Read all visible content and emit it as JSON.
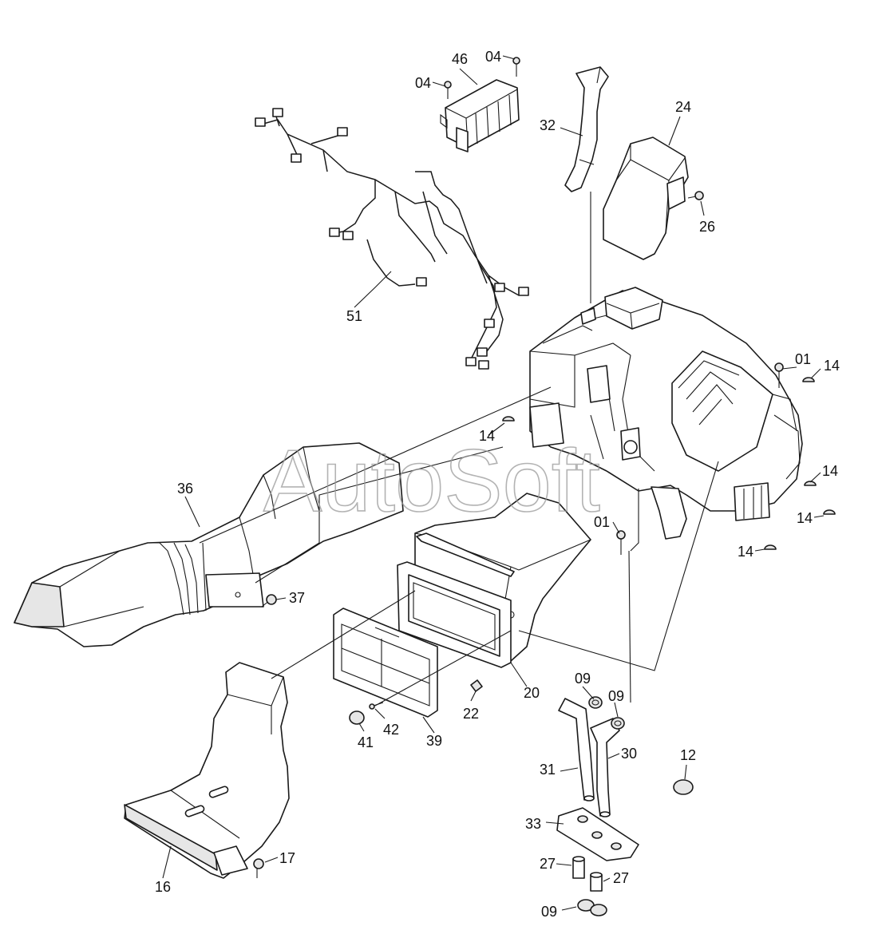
{
  "watermark": "AutoSoft",
  "callouts": [
    {
      "id": "c46",
      "label": "46"
    },
    {
      "id": "c04a",
      "label": "04"
    },
    {
      "id": "c04b",
      "label": "04"
    },
    {
      "id": "c32",
      "label": "32"
    },
    {
      "id": "c24",
      "label": "24"
    },
    {
      "id": "c26",
      "label": "26"
    },
    {
      "id": "c51",
      "label": "51"
    },
    {
      "id": "c01a",
      "label": "01"
    },
    {
      "id": "c14a",
      "label": "14"
    },
    {
      "id": "c14b",
      "label": "14"
    },
    {
      "id": "c14c",
      "label": "14"
    },
    {
      "id": "c14d",
      "label": "14"
    },
    {
      "id": "c14e",
      "label": "14"
    },
    {
      "id": "c36",
      "label": "36"
    },
    {
      "id": "c01b",
      "label": "01"
    },
    {
      "id": "c37",
      "label": "37"
    },
    {
      "id": "c20",
      "label": "20"
    },
    {
      "id": "c22",
      "label": "22"
    },
    {
      "id": "c09a",
      "label": "09"
    },
    {
      "id": "c09b",
      "label": "09"
    },
    {
      "id": "c42",
      "label": "42"
    },
    {
      "id": "c41",
      "label": "41"
    },
    {
      "id": "c39",
      "label": "39"
    },
    {
      "id": "c31",
      "label": "31"
    },
    {
      "id": "c30",
      "label": "30"
    },
    {
      "id": "c12",
      "label": "12"
    },
    {
      "id": "c33",
      "label": "33"
    },
    {
      "id": "c27a",
      "label": "27"
    },
    {
      "id": "c27b",
      "label": "27"
    },
    {
      "id": "c09c",
      "label": "09"
    },
    {
      "id": "c16",
      "label": "16"
    },
    {
      "id": "c17",
      "label": "17"
    }
  ]
}
